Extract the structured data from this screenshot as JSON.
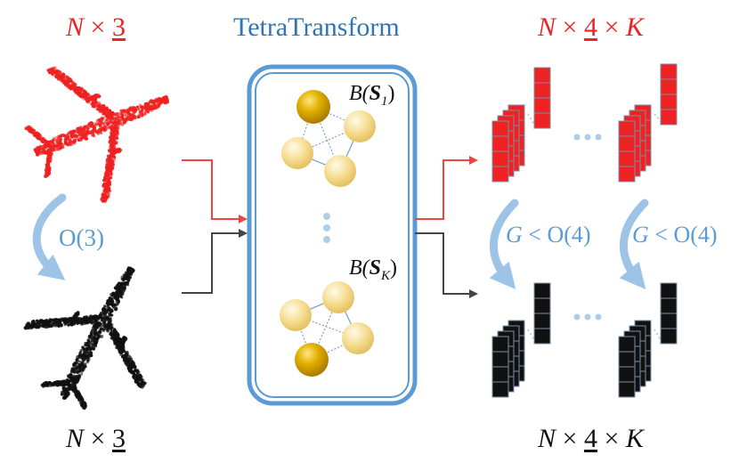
{
  "title": "TetraTransform",
  "input": {
    "var": "N",
    "times": "×",
    "dim": "3",
    "color": "#ee2222"
  },
  "input_rotated": {
    "var": "N",
    "times": "×",
    "dim": "3",
    "color": "#111111"
  },
  "rotation_label": "O(3)",
  "basis_top": {
    "prefix": "B(",
    "sym": "S",
    "sub": "1",
    "suffix": ")"
  },
  "basis_bottom": {
    "prefix": "B(",
    "sym": "S",
    "sub": "K",
    "suffix": ")"
  },
  "output": {
    "var1": "N",
    "times1": "×",
    "dim": "4",
    "times2": "×",
    "var2": "K",
    "color": "#ee2222"
  },
  "output_rotated": {
    "var1": "N",
    "times1": "×",
    "dim": "4",
    "times2": "×",
    "var2": "K",
    "color": "#111111"
  },
  "group_label_left": {
    "var": "G",
    "rel": " < ",
    "group": "O(4)"
  },
  "group_label_right": {
    "var": "G",
    "rel": " < ",
    "group": "O(4)"
  },
  "colors": {
    "title": "#2e75b6",
    "red": "#ee2222",
    "black": "#111111",
    "accent_blue": "#5b9bd5",
    "light_blue": "#9dc3e6",
    "gray_arrow": "#444444",
    "red_arrow": "#ee4444",
    "sphere_gold": "#d9a400",
    "sphere_pale": "#f3d98a"
  },
  "icons": [
    "airplane-point-cloud-red",
    "airplane-point-cloud-black",
    "tetrahedron-sphere",
    "vertical-ellipsis-dots",
    "horizontal-ellipsis-dots"
  ]
}
